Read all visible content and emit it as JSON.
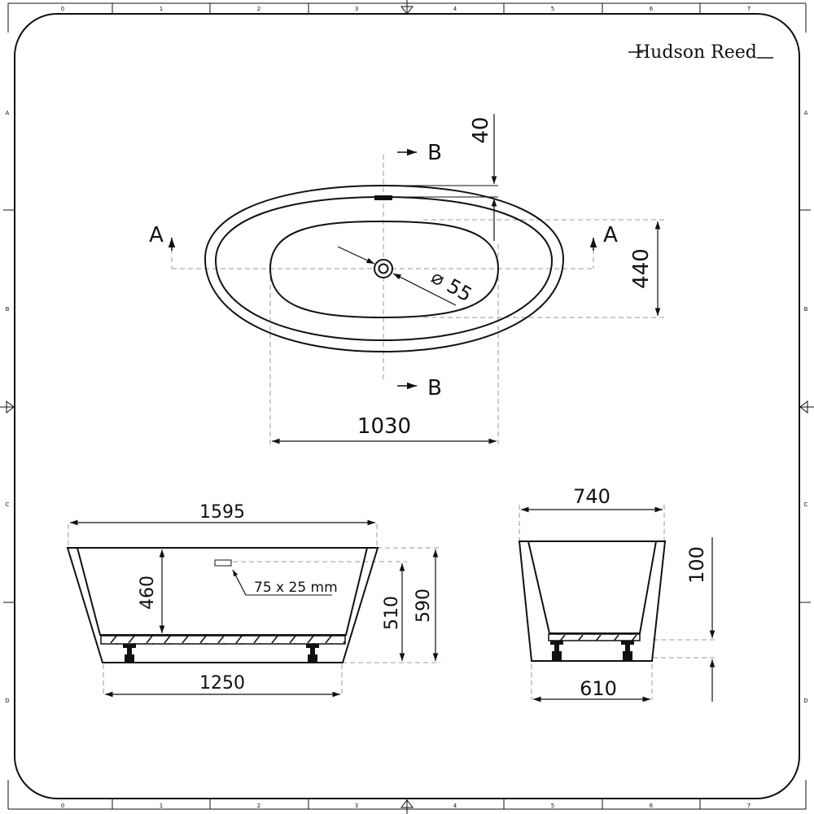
{
  "brand": "Hudson Reed",
  "frame": {
    "top_numbers": [
      "0",
      "1",
      "2",
      "3",
      "4",
      "5",
      "6",
      "7"
    ],
    "side_letters": [
      "A",
      "B",
      "C",
      "D"
    ]
  },
  "plan_view": {
    "section_a": "A",
    "section_b": "B",
    "rim_thickness": "40",
    "inner_width": "440",
    "waste_diameter": "⌀ 55",
    "inner_length": "1030"
  },
  "side_view": {
    "overall_length": "1595",
    "base_length": "1250",
    "internal_depth": "460",
    "overflow_note": "75 x 25 mm",
    "overflow_height": "510",
    "overall_height": "590"
  },
  "end_view": {
    "overall_width": "740",
    "base_width": "610",
    "base_height": "100"
  }
}
